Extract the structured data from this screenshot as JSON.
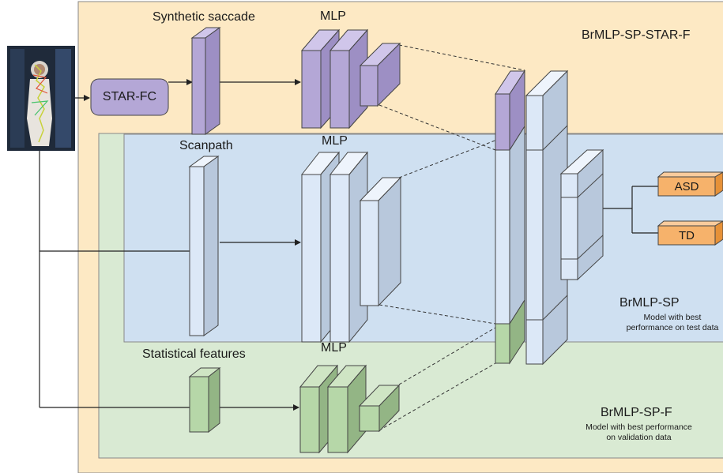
{
  "labels": {
    "synthetic_saccade": "Synthetic saccade",
    "mlp_top": "MLP",
    "mlp_middle": "MLP",
    "mlp_bottom": "MLP",
    "scanpath": "Scanpath",
    "statistical_features": "Statistical features",
    "star_fc": "STAR-FC",
    "asd": "ASD",
    "td": "TD"
  },
  "regions": {
    "star_f": {
      "title": "BrMLP-SP-STAR-F",
      "color": "#fde9c4"
    },
    "sp": {
      "title": "BrMLP-SP",
      "note_line1": "Model with best",
      "note_line2": "performance on test data",
      "color": "#cfe0f1"
    },
    "sp_f": {
      "title": "BrMLP-SP-F",
      "note_line1": "Model with best performance",
      "note_line2": "on validation data",
      "color": "#d9ead3"
    }
  },
  "colors": {
    "purple": "#b4a7d6",
    "blue": "#dce8f7",
    "green": "#b6d7a8",
    "orange": "#f6b26b",
    "outline": "#444444"
  }
}
